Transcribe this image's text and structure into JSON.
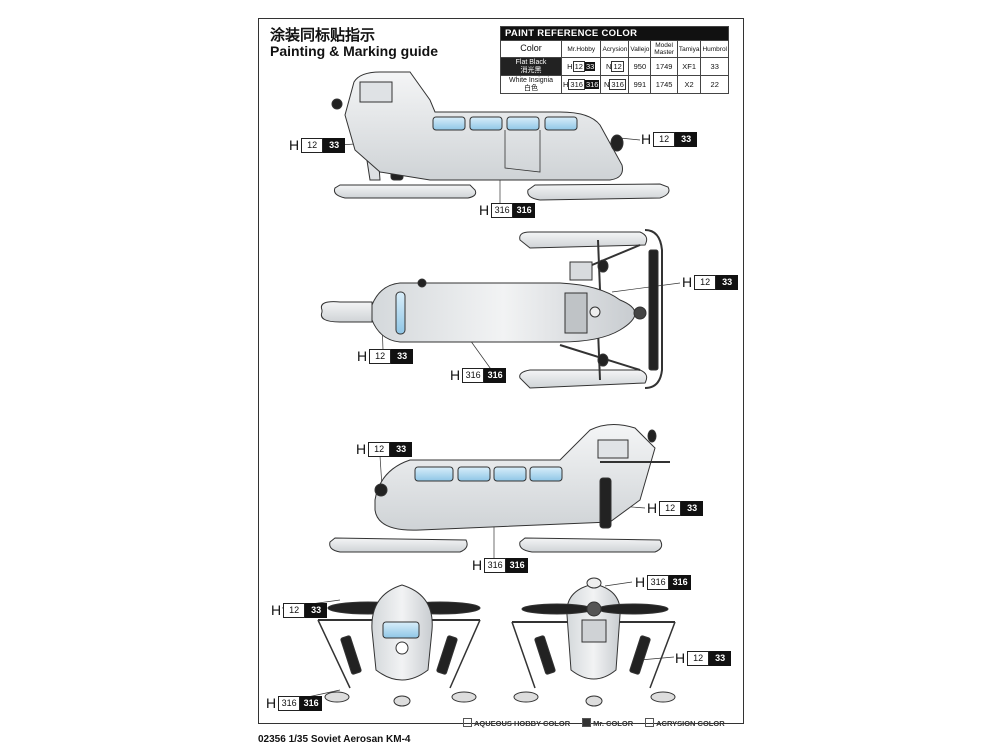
{
  "header": {
    "title_cn": "涂装同标贴指示",
    "title_en": "Painting & Marking guide"
  },
  "paint_reference": {
    "title": "PAINT REFERENCE COLOR",
    "columns": [
      "Color",
      "Mr.Hobby",
      "Acrysion",
      "Vallejo",
      "Model Master",
      "Tamiya",
      "Humbrol"
    ],
    "rows": [
      {
        "name": "Flat Black",
        "name_cn": "消光黑",
        "hobby_prefix": "H",
        "hobby_a": "12",
        "hobby_b": "33",
        "acry_prefix": "N",
        "acry": "12",
        "vallejo": "950",
        "model_master": "1749",
        "tamiya": "XF1",
        "humbrol": "33"
      },
      {
        "name": "White Insignia",
        "name_cn": "白色",
        "hobby_prefix": "H",
        "hobby_a": "316",
        "hobby_b": "316",
        "acry_prefix": "N",
        "acry": "316",
        "vallejo": "991",
        "model_master": "1745",
        "tamiya": "X2",
        "humbrol": "22"
      }
    ]
  },
  "callouts": {
    "prefix": "H",
    "black_a": "12",
    "black_b": "33",
    "white_a": "316",
    "white_b": "316"
  },
  "legend": {
    "aqueous": "AQUEOUS HOBBY COLOR",
    "mr": "Mr. COLOR",
    "acrysion": "ACRYSION COLOR"
  },
  "footer": "02356 1/35  Soviet Aerosan KM-4",
  "colors": {
    "body": "#e6e8ea",
    "window": "#b7dcf0",
    "black": "#111111"
  }
}
